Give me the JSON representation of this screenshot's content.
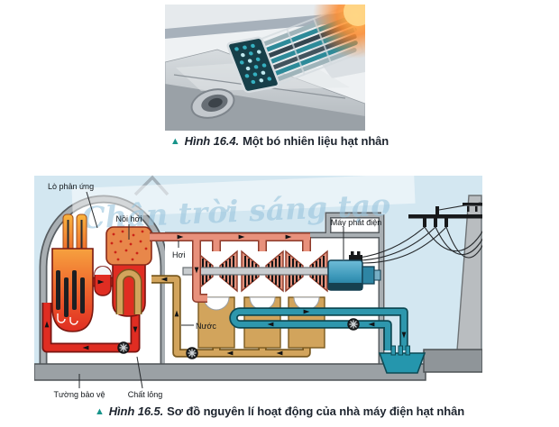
{
  "figure_photo": {
    "caption": {
      "marker": "▲",
      "label": "Hình 16.4.",
      "text": "Một bó nhiên liệu hạt nhân"
    }
  },
  "figure_diagram": {
    "watermark": "Chân trời sáng tạo",
    "caption": {
      "marker": "▲",
      "label": "Hình 16.5.",
      "text": "Sơ đồ nguyên lí hoạt động của nhà máy điện hạt nhân"
    },
    "labels": {
      "reactor": "Lò phản ứng",
      "boiler": "Nồi hơi",
      "steam": "Hơi",
      "generator": "Máy phát điện",
      "water": "Nước",
      "protective_wall": "Tường bảo vệ",
      "liquid": "Chất lỏng"
    },
    "colors": {
      "accent_marker": "#17948a",
      "sky": "#d3e7f1",
      "primary_loop_red": "#e02d22",
      "steam_salmon": "#e8917c",
      "feedwater_tan": "#d2a45c",
      "cooling_teal": "#2e97ad",
      "structure_grey": "#a9afb3"
    }
  }
}
